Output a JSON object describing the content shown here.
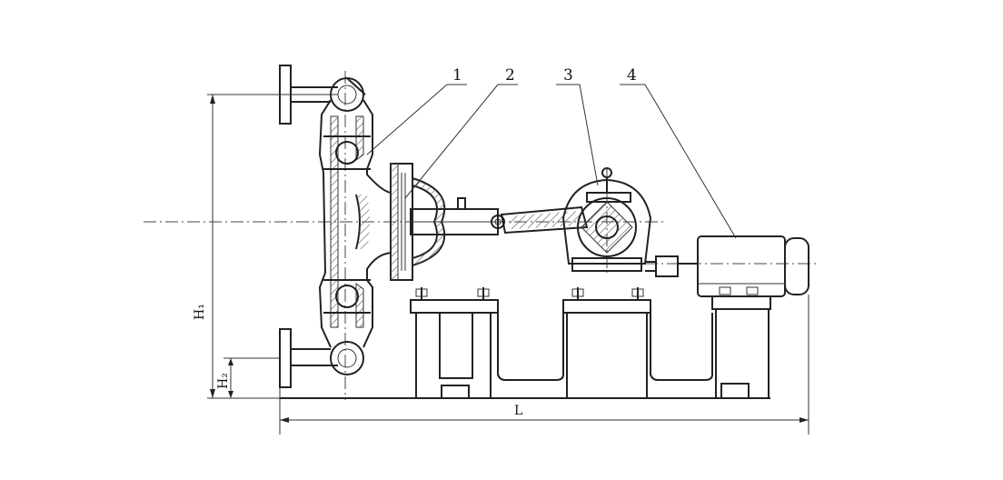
{
  "callouts": [
    "1",
    "2",
    "3",
    "4"
  ],
  "dimensions": {
    "h1": "H₁",
    "h2": "H₂",
    "l": "L"
  }
}
